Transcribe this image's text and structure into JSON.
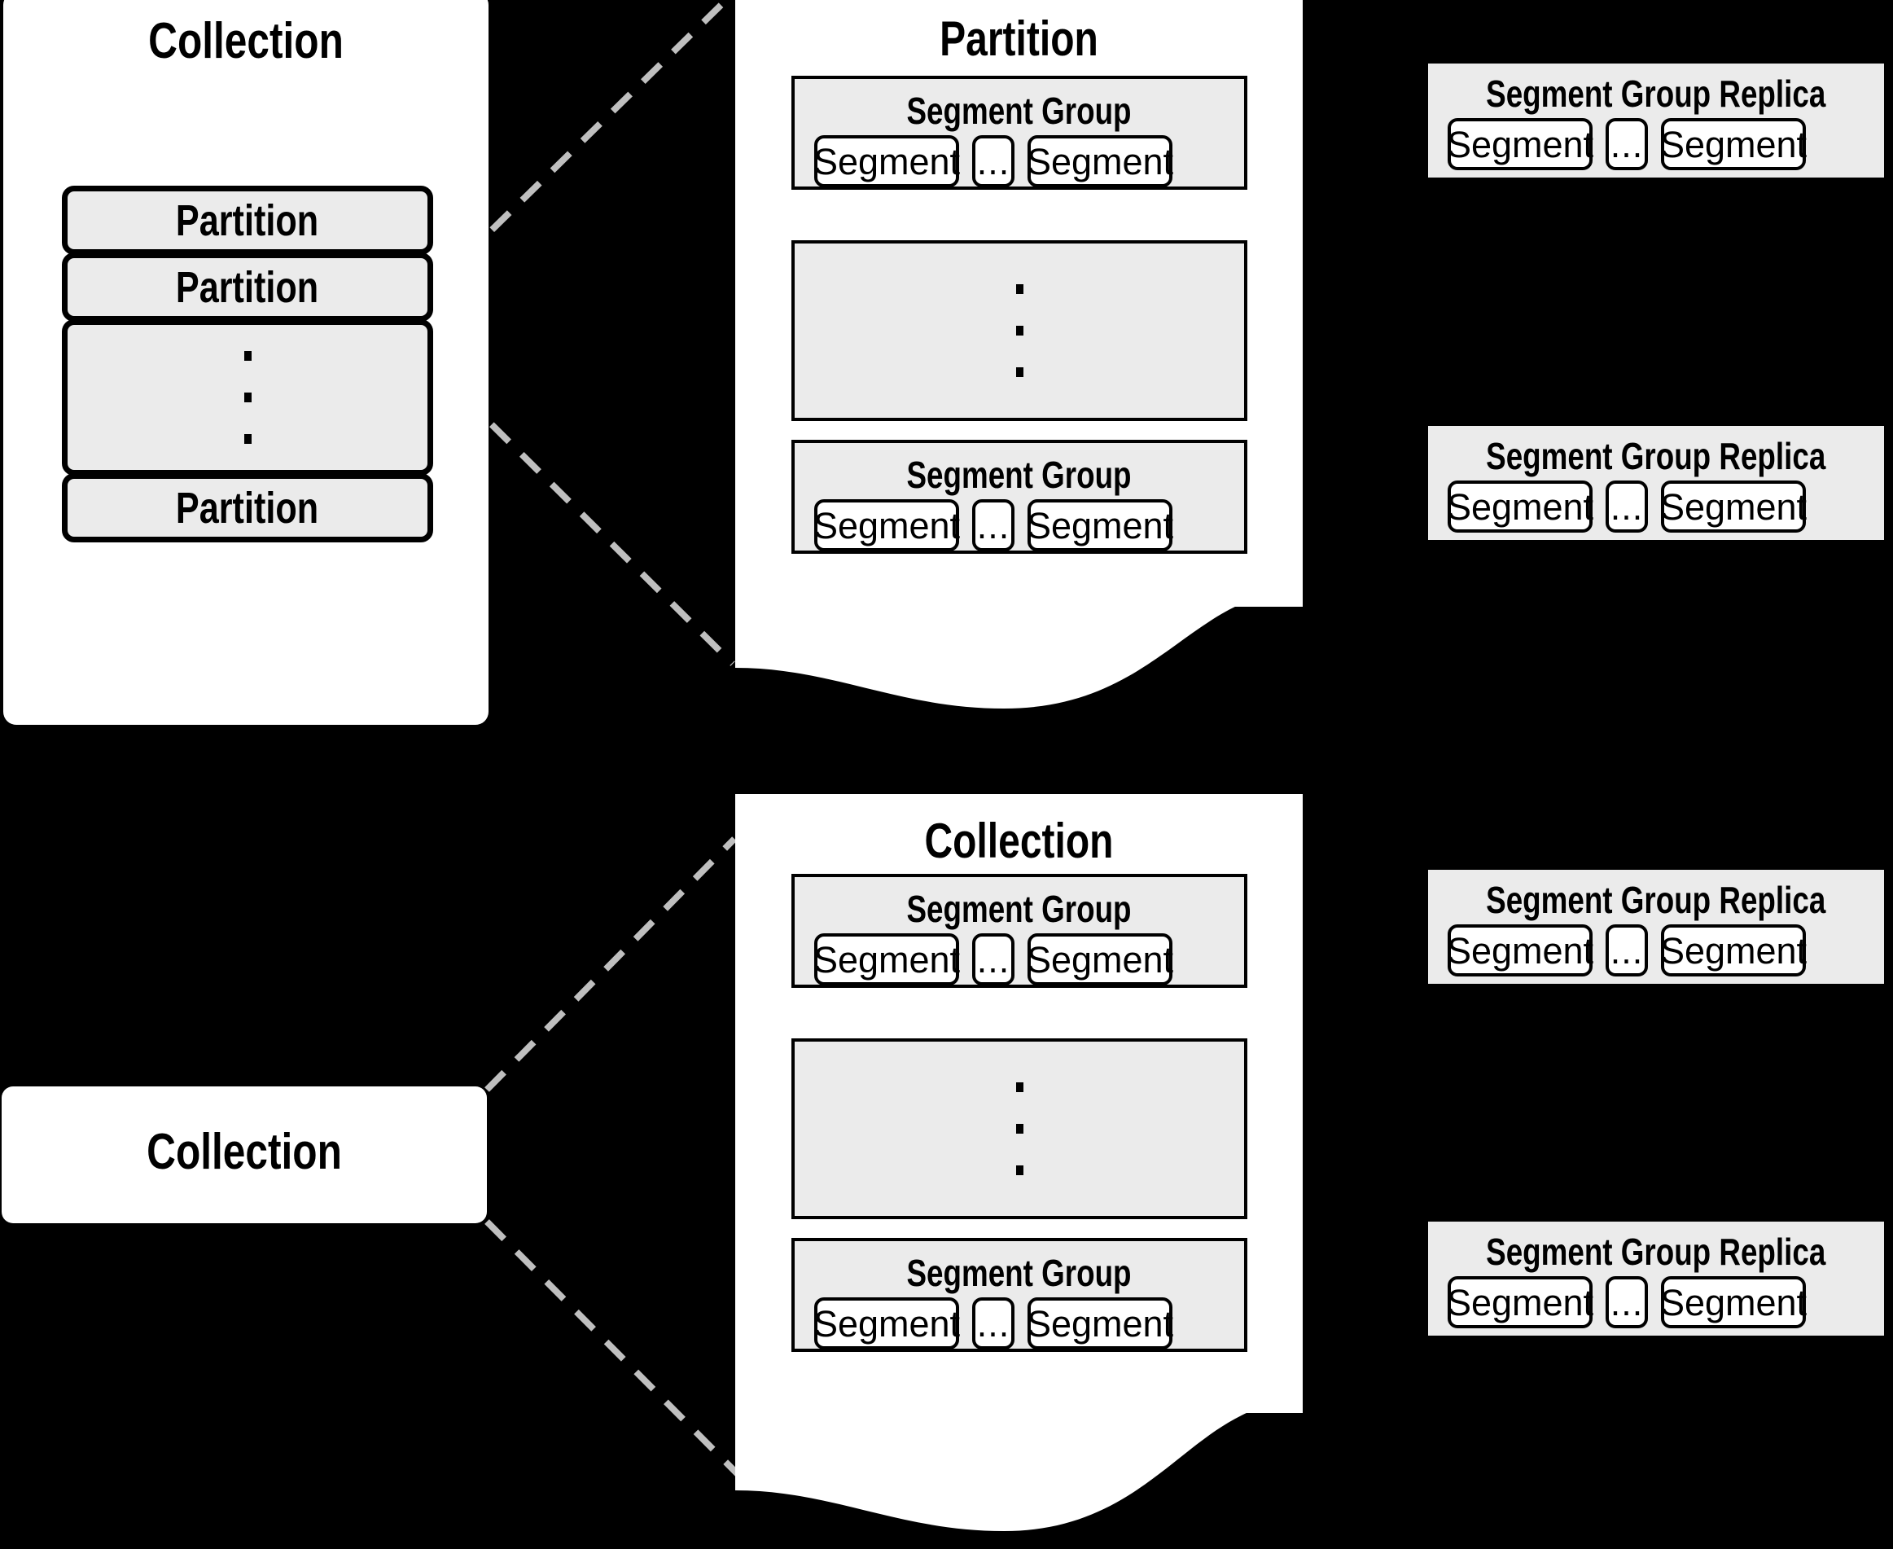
{
  "diagram": {
    "title": "Collection / Partition / Segment Group storage hierarchy",
    "colors": {
      "background": "#000000",
      "panel_fill": "#ffffff",
      "group_fill": "#ebebeb",
      "stroke": "#000000",
      "connector": "#bfbfbf"
    },
    "labels": {
      "collection": "Collection",
      "partition": "Partition",
      "segment_group": "Segment Group",
      "segment_group_replica": "Segment Group Replica",
      "segment": "Segment",
      "ellipsis": "...",
      "vertical_ellipsis": "⋮"
    }
  },
  "partitioned_collection": {
    "title": "Collection",
    "partitions": [
      {
        "label": "Partition",
        "kind": "item"
      },
      {
        "label": "Partition",
        "kind": "item"
      },
      {
        "label": "",
        "kind": "vertical-ellipsis"
      },
      {
        "label": "Partition",
        "kind": "item"
      }
    ]
  },
  "partition_panel": {
    "title": "Partition",
    "groups": [
      {
        "title": "Segment Group",
        "segments": [
          {
            "label": "Segment"
          },
          {
            "label": "..."
          },
          {
            "label": "Segment"
          }
        ]
      },
      {
        "title": "",
        "kind": "vertical-ellipsis"
      },
      {
        "title": "Segment Group",
        "segments": [
          {
            "label": "Segment"
          },
          {
            "label": "..."
          },
          {
            "label": "Segment"
          }
        ]
      }
    ]
  },
  "partition_replicas": [
    {
      "title": "Segment Group Replica",
      "segments": [
        {
          "label": "Segment"
        },
        {
          "label": "..."
        },
        {
          "label": "Segment"
        }
      ]
    },
    {
      "title": "Segment Group Replica",
      "segments": [
        {
          "label": "Segment"
        },
        {
          "label": "..."
        },
        {
          "label": "Segment"
        }
      ]
    }
  ],
  "simple_collection": {
    "title": "Collection"
  },
  "collection_panel": {
    "title": "Collection",
    "groups": [
      {
        "title": "Segment Group",
        "segments": [
          {
            "label": "Segment"
          },
          {
            "label": "..."
          },
          {
            "label": "Segment"
          }
        ]
      },
      {
        "title": "",
        "kind": "vertical-ellipsis"
      },
      {
        "title": "Segment Group",
        "segments": [
          {
            "label": "Segment"
          },
          {
            "label": "..."
          },
          {
            "label": "Segment"
          }
        ]
      }
    ]
  },
  "collection_replicas": [
    {
      "title": "Segment Group Replica",
      "segments": [
        {
          "label": "Segment"
        },
        {
          "label": "..."
        },
        {
          "label": "Segment"
        }
      ]
    },
    {
      "title": "Segment Group Replica",
      "segments": [
        {
          "label": "Segment"
        },
        {
          "label": "..."
        },
        {
          "label": "Segment"
        }
      ]
    }
  ]
}
